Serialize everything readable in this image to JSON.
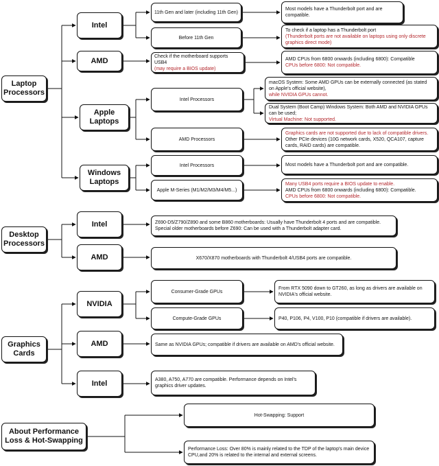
{
  "colors": {
    "line": "#111111",
    "note_red": "#b3262b"
  },
  "laptop": {
    "title": "Laptop Processors",
    "intel": {
      "label": "Intel",
      "gen11": {
        "label": "11th Gen and later (including 11th Gen)",
        "note": "Most models have a Thunderbolt port and are  compatible."
      },
      "before11": {
        "label": "Before 11th Gen",
        "note": "To check if a laptop has a Thunderbolt port",
        "note_red": "(Thunderbolt ports are not available on laptops using only discrete graphics direct mode)"
      }
    },
    "amd": {
      "label": "AMD",
      "check": "Check if the motherboard supports USB4",
      "check_red": "(may require a BIOS update)",
      "note": "AMD CPUs from 6800 onwards (including 6800): Compatible",
      "note_red": "CPUs before 6800: Not compatible."
    },
    "apple": {
      "label": "Apple Laptops",
      "intel": {
        "label": "Intel Processors",
        "mac_note": "macOS System: Some AMD GPUs can be externally connected (as stated on Apple's official website),",
        "mac_note_red": "while NVIDIA GPUs cannot.",
        "dual_note": "Dual System (Boot Camp) Windows System: Both AMD and NVIDIA GPUs can be used;",
        "dual_note_red": "Virtual Machine: Not supported."
      },
      "amd": {
        "label": "AMD  Processors",
        "note_red": "Graphics cards are not supported due to lack of compatible drivers.",
        "note": "Other PCIe devices (10G network cards, X520, QCA107, capture cards, RAID cards) are compatible."
      }
    },
    "windows": {
      "label": "Windows Laptops",
      "intel": {
        "label": "Intel Processors",
        "note": "Most models have a Thunderbolt port and are compatible."
      },
      "apple_m": {
        "label": "Apple M-Series (M1/M2/M3/M4/M5...)",
        "note_red_1": "Many USB4 ports require a BIOS update to enable.",
        "note": "AMD CPUs from 6800 onwards (including 6800): Compatible.",
        "note_red_2": "CPUs before 6800: Not compatible."
      }
    }
  },
  "desktop": {
    "title": "Desktop Processors",
    "intel": {
      "label": "Intel",
      "note_1": "Z690-D5/Z790/Z890 and some B860 motherboards: Usually have Thunderbolt 4 ports and are compatible.",
      "note_2": "Special older motherboards before Z690: Can be used with a Thunderbolt adapter card."
    },
    "amd": {
      "label": "AMD",
      "note": "X670/X870 motherboards with Thunderbolt 4/USB4 ports are compatible."
    }
  },
  "graphics": {
    "title": "Graphics Cards",
    "nvidia": {
      "label": "NVIDIA",
      "consumer": {
        "label": "Consumer-Grade GPUs",
        "note": "From RTX 5090 down to GT260, as long as drivers are available on NVIDIA's official website."
      },
      "compute": {
        "label": "Compute-Grade GPUs",
        "note": "P40, P106, P4, V100, P10 (compatible if drivers are available)."
      }
    },
    "amd": {
      "label": "AMD",
      "note": "Same as NVIDIA GPUs; compatible if drivers are available on AMD's official website."
    },
    "intel": {
      "label": "Intel",
      "note": "A380, A750, A770 are compatible. Performance depends on Intel's graphics driver updates."
    }
  },
  "performance": {
    "title": "About Performance Loss & Hot-Swapping",
    "hot": "Hot-Swapping: Support",
    "loss": "Performance Loss: Over 80% is mainly related to the TDP of the laptop's main device CPU,and 20% is related to the internal and external screens."
  }
}
